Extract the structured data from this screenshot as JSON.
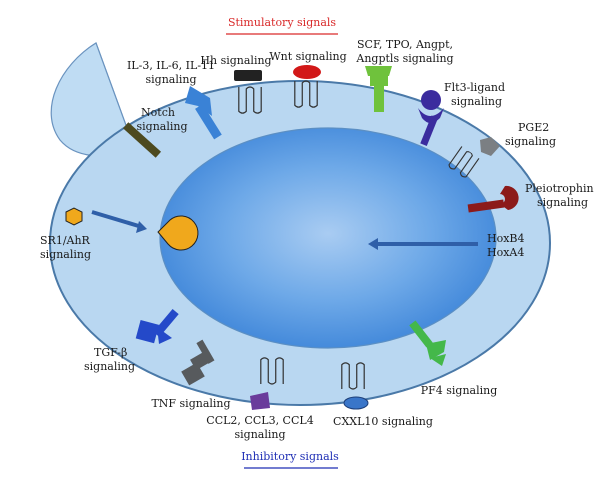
{
  "header": {
    "stimulatory": "Stimulatory signals",
    "inhibitory": "Inhibitory signals"
  },
  "colors": {
    "stimulatory": "#d92a2a",
    "inhibitory": "#1f2fb5",
    "cell_outer": "#b9d7f1",
    "cell_rim": "#4a79a8",
    "nucleus": "#3f8ce0",
    "niche_cell": "#bfdcf3"
  },
  "labels": {
    "il": [
      "IL-3, IL-6, IL-11",
      "signaling"
    ],
    "hh": "Hh signaling",
    "wnt": "Wnt signaling",
    "scf": [
      "SCF, TPO, Angpt,",
      "Angptls signaling"
    ],
    "flt3": [
      "Flt3-ligand",
      "signaling"
    ],
    "notch": [
      "Notch",
      "signaling"
    ],
    "pge2": [
      "PGE2",
      "signaling"
    ],
    "pleio": [
      "Pleiotrophin",
      "signaling"
    ],
    "sr1": [
      "SR1/AhR",
      "signaling"
    ],
    "hox": [
      "HoxB4",
      "HoxA4"
    ],
    "tgf": [
      "TGF-β",
      "signaling"
    ],
    "tnf": "TNF signaling",
    "ccl": [
      "CCL2, CCL3, CCL4",
      "signaling"
    ],
    "cxxl": "CXXL10 signaling",
    "pf4": "PF4 signaling"
  }
}
